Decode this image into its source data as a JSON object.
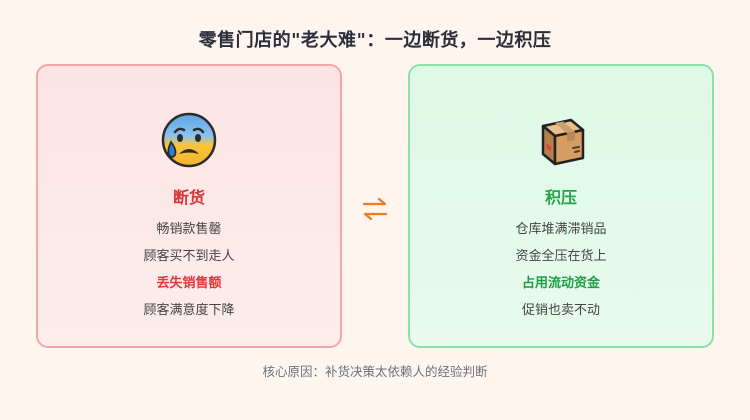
{
  "title": "零售门店的\"老大难\"：一边断货，一边积压",
  "left_card": {
    "icon": "anxious-face-icon",
    "heading": "断货",
    "lines": [
      "畅销款售罄",
      "顾客买不到走人",
      "丢失销售额",
      "顾客满意度下降"
    ],
    "color": "#d93636"
  },
  "right_card": {
    "icon": "package-box-icon",
    "heading": "积压",
    "lines": [
      "仓库堆满滞销品",
      "资金全压在货上",
      "占用流动资金",
      "促销也卖不动"
    ],
    "color": "#22a64a"
  },
  "connector_icon": "bidirectional-arrows-icon",
  "accent_color": "#f07c1e",
  "footer": "核心原因：补货决策太依赖人的经验判断"
}
